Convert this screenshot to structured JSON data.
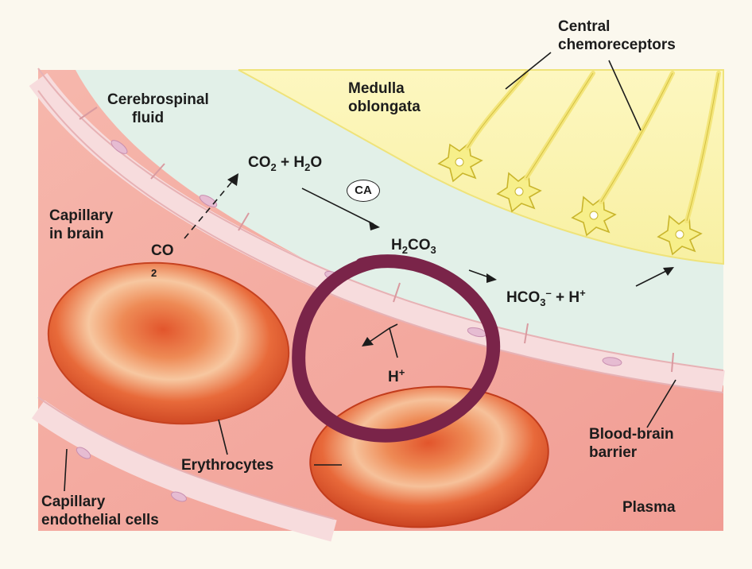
{
  "labels": {
    "central_chemoreceptors": [
      "Central",
      "chemoreceptors"
    ],
    "medulla_oblongata": [
      "Medulla",
      "oblongata"
    ],
    "cerebrospinal_fluid": [
      "Cerebrospinal",
      "fluid"
    ],
    "capillary_in_brain": [
      "Capillary",
      "in brain"
    ],
    "erythrocytes": "Erythrocytes",
    "blood_brain_barrier": [
      "Blood-brain",
      "barrier"
    ],
    "capillary_endothelial_cells": [
      "Capillary",
      "endothelial cells"
    ],
    "plasma": "Plasma"
  },
  "reaction": {
    "co2_blood": {
      "base": "CO",
      "sub": "2"
    },
    "co2_h2o": {
      "co": "CO",
      "co_sub": "2",
      "plus": " + H",
      "h_sub": "2",
      "o": "O"
    },
    "enzyme": "CA",
    "h2co3": {
      "h": "H",
      "h_sub": "2",
      "co": "CO",
      "co_sub": "3"
    },
    "hco3_h": {
      "hco": "HCO",
      "hco_sub": "3",
      "hco_sup": "–",
      "plus": " + H",
      "h_sup": "+"
    },
    "h_ion": {
      "base": "H",
      "sup": "+"
    }
  },
  "colors": {
    "medulla": "#fbf5b0",
    "csf": "#e2f0e8",
    "plasma": "#f3a9a0",
    "endothelium": "#f7dcdd",
    "erythrocyte": "#e2552c",
    "annotation_circle": "#7a2449"
  }
}
